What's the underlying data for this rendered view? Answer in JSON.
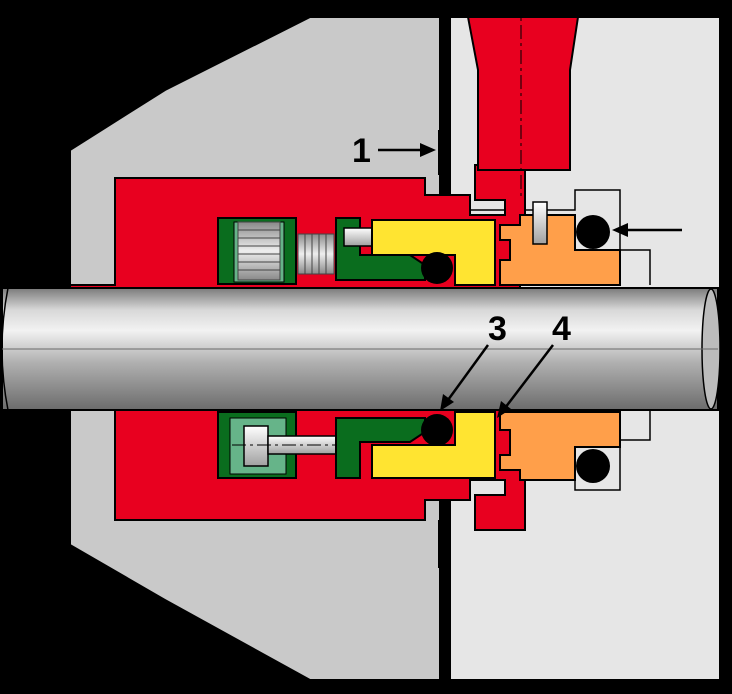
{
  "labels": {
    "part_1": "1",
    "part_3": "3",
    "part_4": "4"
  },
  "colors": {
    "background": "#000000",
    "housing": "#c9c9c9",
    "cover": "#e6e6e6",
    "red_parts": "#e8001f",
    "yellow_ring": "#ffe431",
    "orange_seat": "#ff9f4a",
    "dark_green": "#0a6d1e",
    "light_green": "#66b489",
    "shaft": "#9f9f9f",
    "outline": "#000000"
  }
}
